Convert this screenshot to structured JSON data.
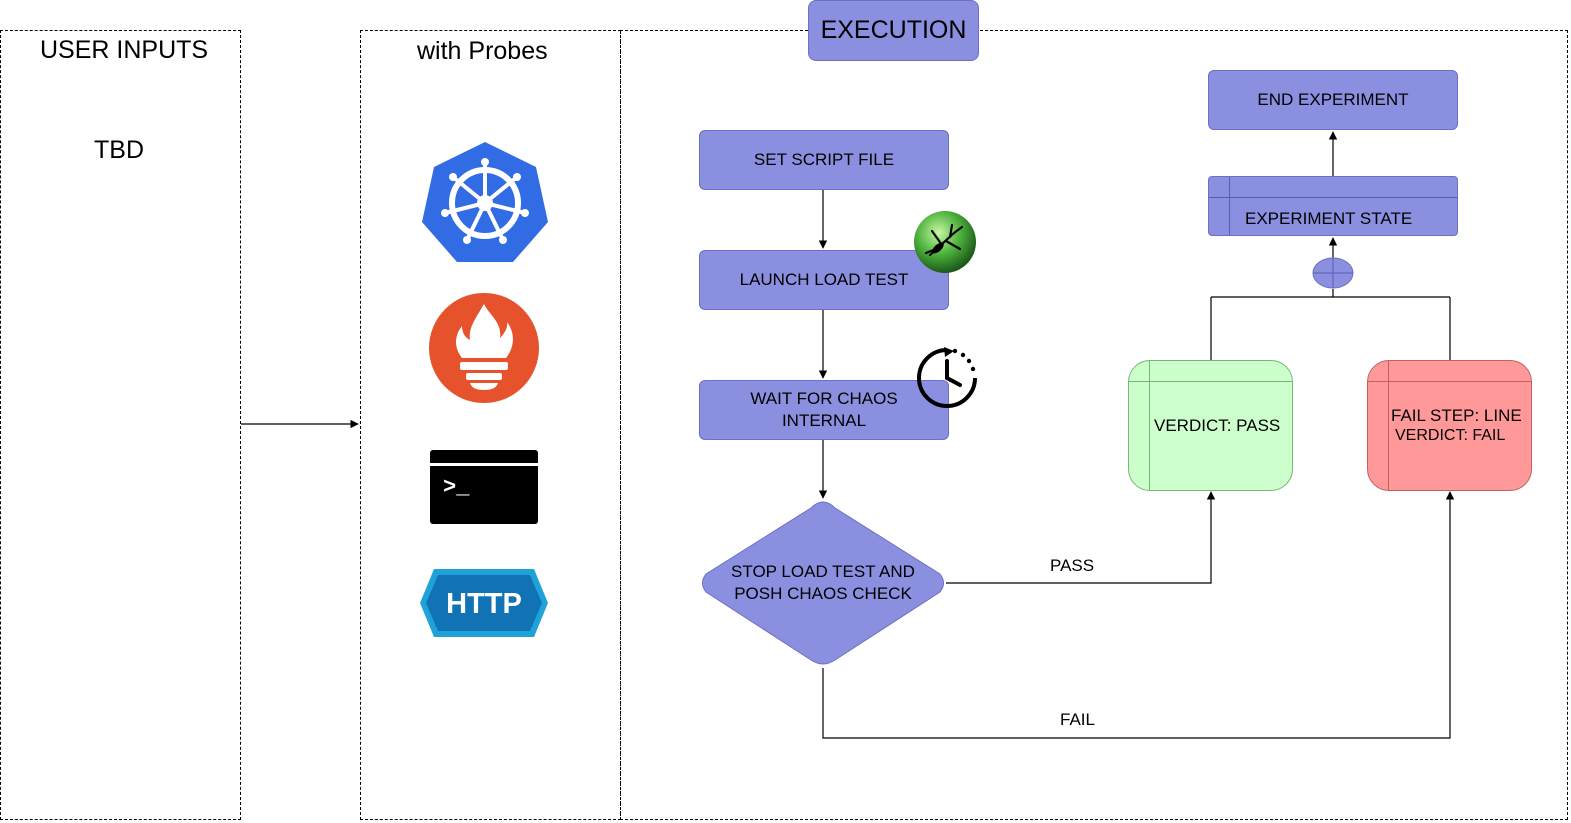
{
  "panels": {
    "user_inputs": {
      "title": "USER INPUTS",
      "body": "TBD"
    },
    "probes": {
      "title": "with Probes",
      "icons": [
        "kubernetes-icon",
        "prometheus-icon",
        "terminal-icon",
        "http-icon"
      ],
      "http_text": "HTTP",
      "terminal_prompt": ">_"
    },
    "execution": {
      "title": "EXECUTION"
    }
  },
  "flow": {
    "set_script": "SET SCRIPT FILE",
    "launch_load": "LAUNCH LOAD TEST",
    "wait_chaos_l1": "WAIT FOR CHAOS",
    "wait_chaos_l2": "INTERNAL",
    "stop_check_l1": "STOP LOAD TEST AND",
    "stop_check_l2": "POSH CHAOS CHECK",
    "pass_label": "PASS",
    "fail_label": "FAIL",
    "verdict_pass": "VERDICT: PASS",
    "fail_step": "FAIL STEP: LINE",
    "verdict_fail": "VERDICT: FAIL",
    "experiment_state": "EXPERIMENT STATE",
    "end_experiment": "END EXPERIMENT"
  },
  "colors": {
    "process": "#8b8fe0",
    "pass": "#ccffcc",
    "fail": "#ff9999",
    "kubernetes": "#326ce5",
    "prometheus": "#e6522c",
    "http": "#1173b4"
  }
}
